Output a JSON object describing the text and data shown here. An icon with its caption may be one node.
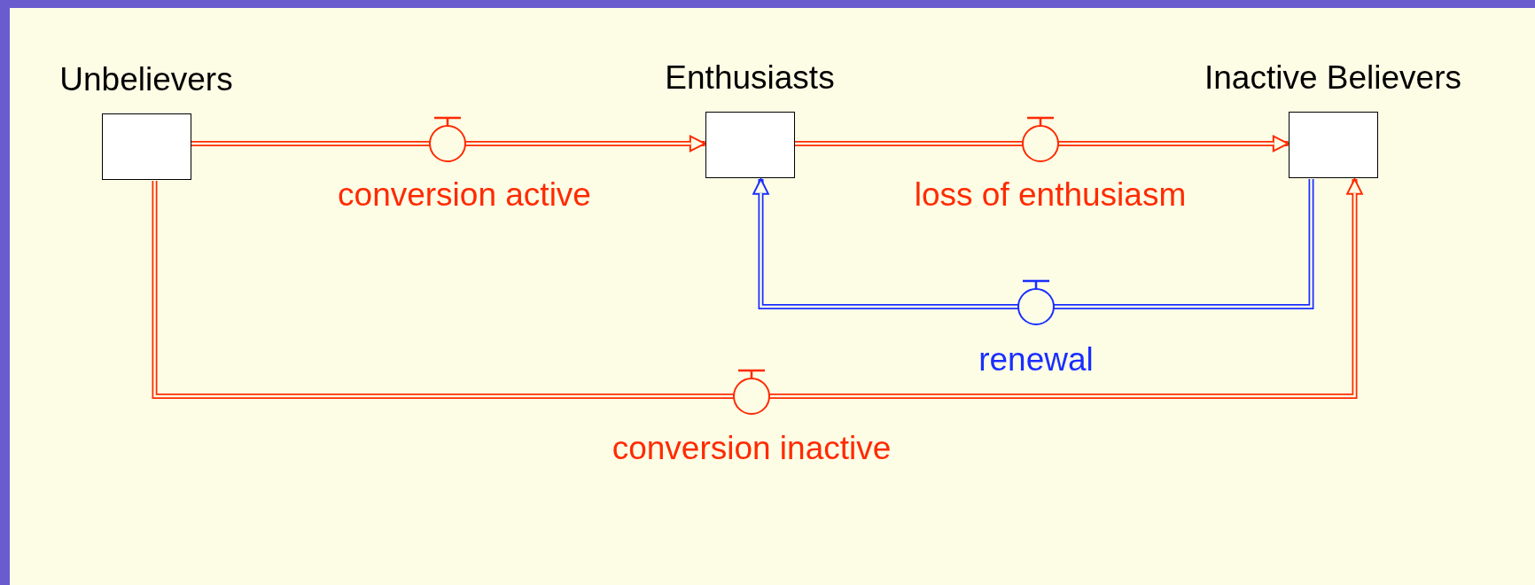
{
  "diagram": {
    "nodes": [
      {
        "text": [
          "Unbelievers"
        ]
      },
      {
        "text": [
          "Enthusiasts"
        ]
      },
      {
        "text": [
          "Inactive Believers"
        ]
      }
    ],
    "edges": [
      {
        "from": 0,
        "to": 1,
        "arrow": "to",
        "label": "conversion active"
      },
      {
        "from": 1,
        "to": 2,
        "arrow": "to",
        "label": "loss of enthusiasm"
      },
      {
        "from": 2,
        "to": 1,
        "arrow": "to",
        "label": "renewal",
        "color": "#1a2eff"
      },
      {
        "from": 0,
        "to": 2,
        "arrow": "to",
        "label": "conversion inactive"
      }
    ]
  }
}
